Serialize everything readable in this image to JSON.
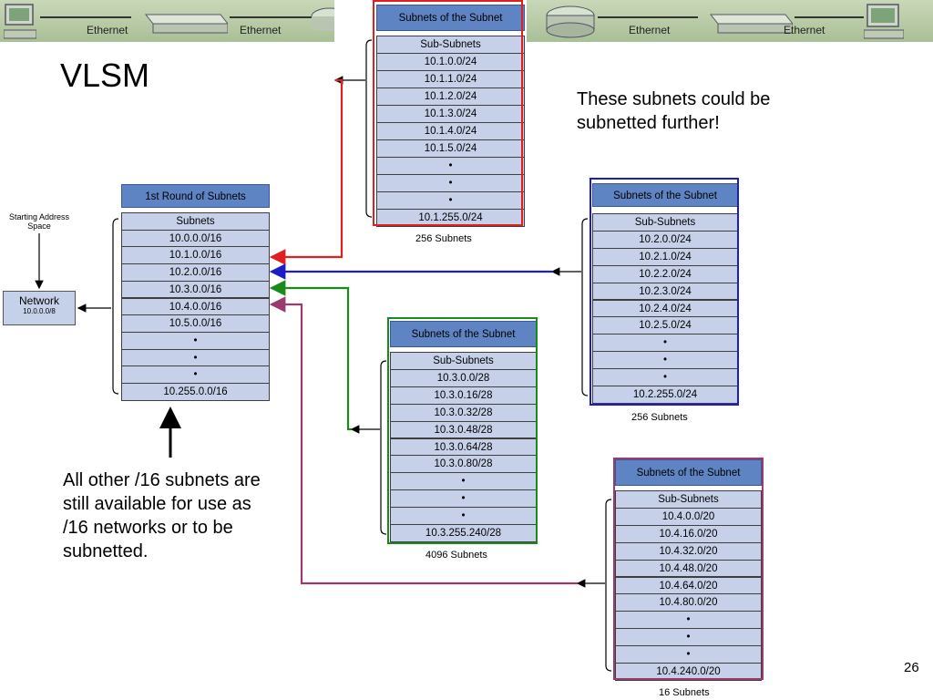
{
  "slide": {
    "title": "VLSM",
    "page_number": "26"
  },
  "banner": {
    "labels": [
      "Ethernet",
      "Ethernet",
      "Ethernet",
      "Ethernet"
    ]
  },
  "start": {
    "label": "Starting Address Space",
    "network_title": "Network",
    "network_addr": "10.0.0.0/8"
  },
  "notes": {
    "further": "These subnets could be subnetted further!",
    "available": "All other /16 subnets are still available for use as /16 networks or to be subnetted."
  },
  "tables": {
    "first": {
      "header": "1st Round of Subnets",
      "rows": [
        "Subnets",
        "10.0.0.0/16",
        "10.1.0.0/16",
        "10.2.0.0/16",
        "10.3.0.0/16",
        "10.4.0.0/16",
        "10.5.0.0/16",
        "•",
        "•",
        "•",
        "10.255.0.0/16"
      ]
    },
    "red": {
      "header": "Subnets of the Subnet",
      "caption": "256 Subnets",
      "color": "#e02020",
      "rows": [
        "Sub-Subnets",
        "10.1.0.0/24",
        "10.1.1.0/24",
        "10.1.2.0/24",
        "10.1.3.0/24",
        "10.1.4.0/24",
        "10.1.5.0/24",
        "•",
        "•",
        "•",
        "10.1.255.0/24"
      ]
    },
    "blue": {
      "header": "Subnets of the Subnet",
      "caption": "256 Subnets",
      "color": "#1c1cc8",
      "rows": [
        "Sub-Subnets",
        "10.2.0.0/24",
        "10.2.1.0/24",
        "10.2.2.0/24",
        "10.2.3.0/24",
        "10.2.4.0/24",
        "10.2.5.0/24",
        "•",
        "•",
        "•",
        "10.2.255.0/24"
      ]
    },
    "green": {
      "header": "Subnets of the Subnet",
      "caption": "4096 Subnets",
      "color": "#1a8a1a",
      "rows": [
        "Sub-Subnets",
        "10.3.0.0/28",
        "10.3.0.16/28",
        "10.3.0.32/28",
        "10.3.0.48/28",
        "10.3.0.64/28",
        "10.3.0.80/28",
        "•",
        "•",
        "•",
        "10.3.255.240/28"
      ]
    },
    "purple": {
      "header": "Subnets of the Subnet",
      "caption": "16 Subnets",
      "color": "#9a3a6e",
      "rows": [
        "Sub-Subnets",
        "10.4.0.0/20",
        "10.4.16.0/20",
        "10.4.32.0/20",
        "10.4.48.0/20",
        "10.4.64.0/20",
        "10.4.80.0/20",
        "•",
        "•",
        "•",
        "10.4.240.0/20"
      ]
    }
  }
}
